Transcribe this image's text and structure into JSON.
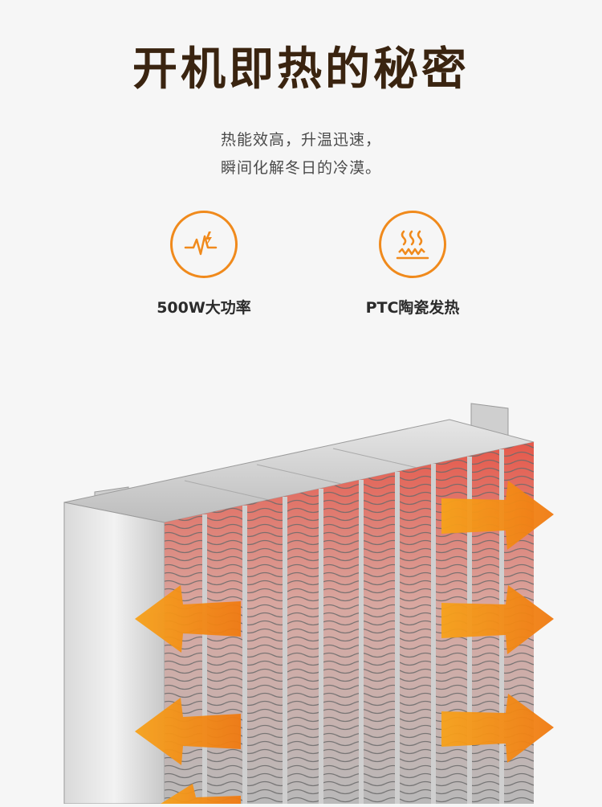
{
  "title": "开机即热的秘密",
  "subtitle": {
    "line1": "热能效高，升温迅速，",
    "line2": "瞬间化解冬日的冷漠。"
  },
  "features": [
    {
      "label": "500W大功率",
      "icon": "power-pulse-icon"
    },
    {
      "label": "PTC陶瓷发热",
      "icon": "heat-waves-icon"
    }
  ],
  "colors": {
    "accent": "#f08a1c",
    "title": "#3a2410",
    "arrow": "#f5a21a",
    "heat_red": "#e04a3a"
  },
  "product_image": "ptc-ceramic-heating-element"
}
